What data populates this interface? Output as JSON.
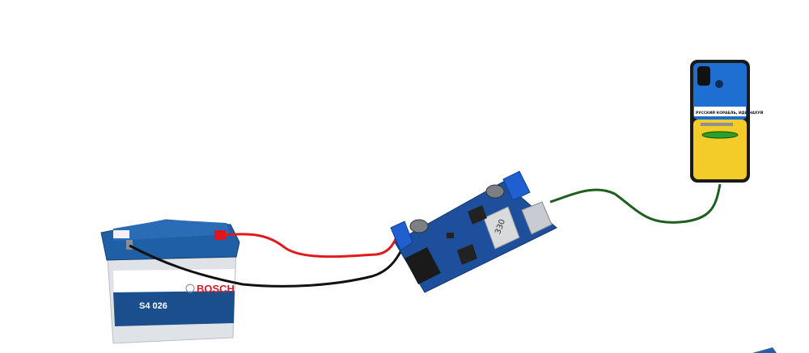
{
  "battery": {
    "brand": "BOSCH",
    "model": "S4 026",
    "color_body": "#dfe3e8",
    "color_lid": "#1f5fa6",
    "color_terminal_positive": "#e0161b"
  },
  "converter": {
    "inductor_label": "330",
    "color_board": "#1d4f9c",
    "color_terminal_block": "#1f5fd0"
  },
  "phone": {
    "case_slogan": "РУССКИЙ КОРАБЛЬ, ИДИ НАХУЙ",
    "color_top": "#1e6fd1",
    "color_bottom": "#f3cc2a"
  },
  "wires": {
    "positive_color": "#e01b1b",
    "negative_color": "#111111",
    "usb_color": "#1e5f1e"
  }
}
